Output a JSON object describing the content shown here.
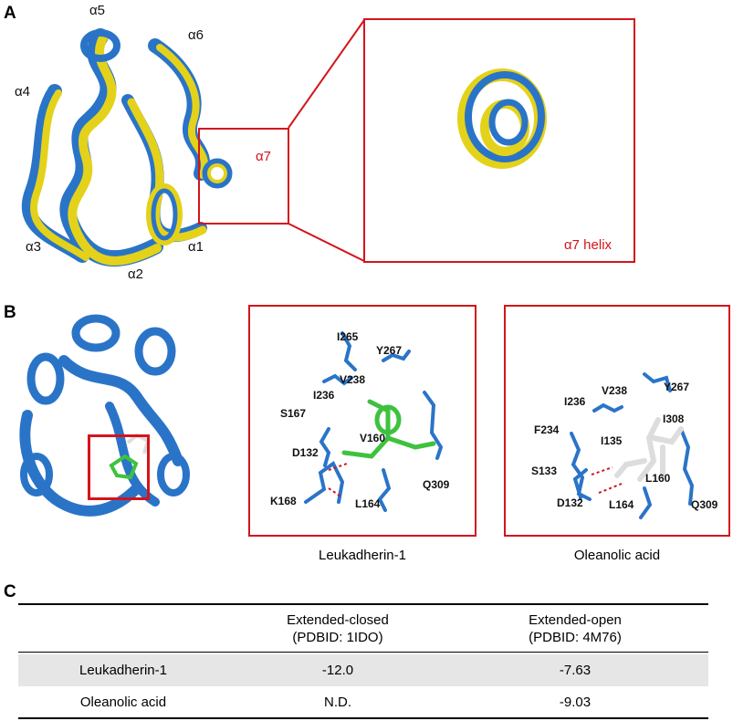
{
  "panels": {
    "a": {
      "letter": "A",
      "helix_labels": [
        "α5",
        "α6",
        "α4",
        "α7",
        "α3",
        "α1",
        "α2"
      ],
      "zoom_label": "α7 helix"
    },
    "b": {
      "letter": "B",
      "leukadherin": {
        "caption": "Leukadherin-1",
        "residues": [
          "I265",
          "Y267",
          "V238",
          "I236",
          "S167",
          "D132",
          "V160",
          "Q309",
          "K168",
          "L164"
        ]
      },
      "oleanolic": {
        "caption": "Oleanolic acid",
        "residues": [
          "I236",
          "V238",
          "Y267",
          "I308",
          "F234",
          "I135",
          "S133",
          "L160",
          "D132",
          "L164",
          "Q309"
        ]
      }
    },
    "c": {
      "letter": "C",
      "table": {
        "headers": [
          "",
          "Extended-closed\n(PDBID: 1IDO)",
          "Extended-open\n(PDBID: 4M76)"
        ],
        "header_lines": [
          [
            "Extended-closed",
            "(PDBID: 1IDO)"
          ],
          [
            "Extended-open",
            "(PDBID: 4M76)"
          ]
        ],
        "rows": [
          [
            "Leukadherin-1",
            "-12.0",
            "-7.63"
          ],
          [
            "Oleanolic acid",
            "N.D.",
            "-9.03"
          ]
        ]
      }
    }
  },
  "colors": {
    "blue": "#2a74c8",
    "yellow": "#e4d21a",
    "red": "#d4141b",
    "green": "#3ec23e",
    "row_shade": "#e6e6e6"
  }
}
